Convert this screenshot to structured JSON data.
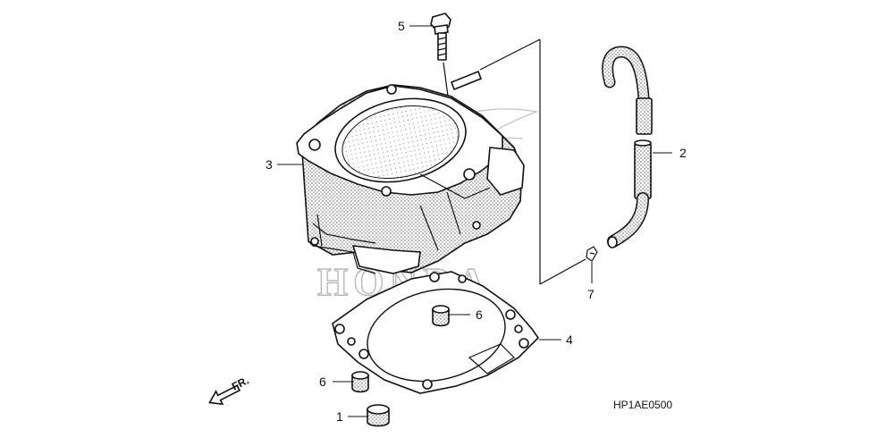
{
  "watermark": "HONDA",
  "diagram_code": "HP1AE0500",
  "direction_label": "FR.",
  "callouts": {
    "c1": "1",
    "c2": "2",
    "c3": "3",
    "c4": "4",
    "c5": "5",
    "c6a": "6",
    "c6b": "6",
    "c7": "7"
  },
  "parts": [
    {
      "ref": "1",
      "name": "dowel-pin"
    },
    {
      "ref": "2",
      "name": "breather-tube"
    },
    {
      "ref": "3",
      "name": "cylinder"
    },
    {
      "ref": "4",
      "name": "cylinder-gasket"
    },
    {
      "ref": "5",
      "name": "bolt"
    },
    {
      "ref": "6",
      "name": "dowel-pin"
    },
    {
      "ref": "7",
      "name": "hose-clip"
    }
  ]
}
